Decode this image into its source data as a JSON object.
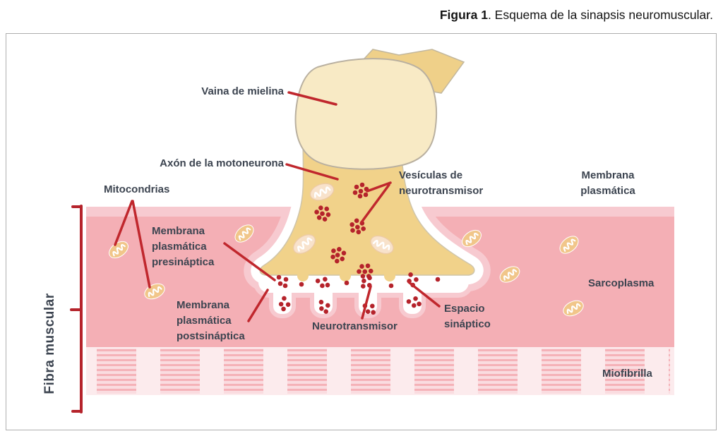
{
  "title": {
    "prefix": "Figura 1",
    "rest": ". Esquema de la sinapsis neuromuscular."
  },
  "diagram": {
    "labels": {
      "myelin_sheath": "Vaina de mielina",
      "motor_neuron_axon": "Axón de la motoneurona",
      "mitochondria": "Mitocondrias",
      "neurotransmitter_vesicles": "Vesículas de\nneurotransmisor",
      "plasma_membrane": "Membrana\nplasmática",
      "presynaptic_membrane": "Membrana\nplasmática\npresináptica",
      "postsynaptic_membrane": "Membrana\nplasmática\npostsináptica",
      "neurotransmitter": "Neurotransmisor",
      "synaptic_space": "Espacio\nsináptico",
      "sarcoplasm": "Sarcoplasma",
      "myofibril": "Miofibrilla",
      "muscle_fiber": "Fibra muscular"
    },
    "colors": {
      "leader_line_red": "#c0272d",
      "label_text": "#3c4450",
      "axon_yellow": "#f1d28a",
      "myelin_cream": "#f8eac5",
      "sarcoplasm_pink": "#f4afb5",
      "membrane_light_pink": "#f7cad0",
      "myofibril_stripe_pink": "#f5b2b8",
      "vesicle_dot_red": "#b5232b",
      "mitochondrion_tan": "#f1c68a"
    }
  }
}
